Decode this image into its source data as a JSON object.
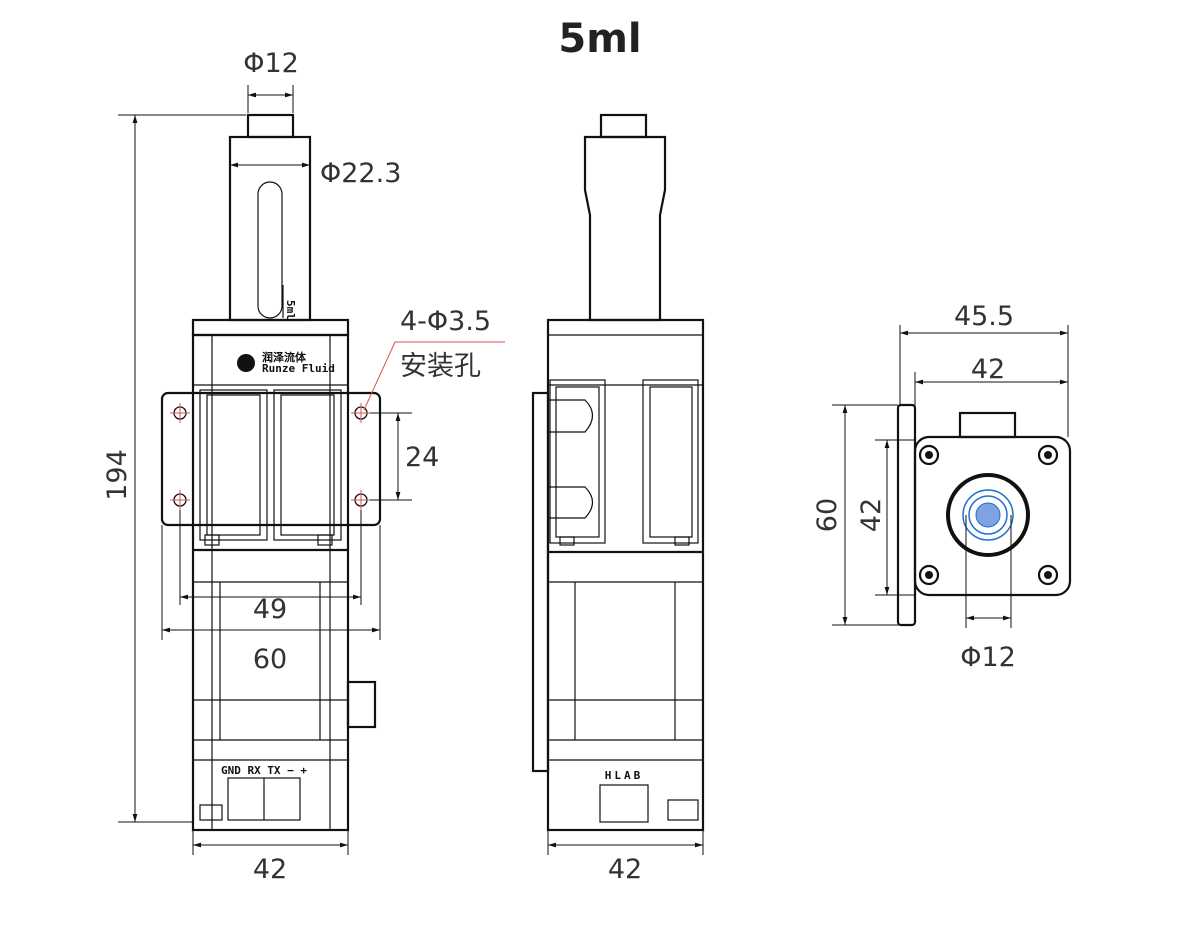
{
  "title": "5ml",
  "front_view": {
    "dims": {
      "outlet_dia": "Φ12",
      "barrel_dia": "Φ22.3",
      "height": "194",
      "hole_spacing_v": "24",
      "hole_spacing_h": "49",
      "bracket_width": "60",
      "body_width": "42"
    },
    "holes_note": {
      "spec": "4-Φ3.5",
      "label": "安装孔"
    },
    "scale_label": "5ml",
    "logo": {
      "cn": "润泽流体",
      "en": "Runze Fluid"
    },
    "connector_labels": "GND RX TX − +"
  },
  "side_view": {
    "dims": {
      "body_width": "42"
    },
    "connector_labels": "HLAB"
  },
  "end_view": {
    "dims": {
      "plate_width": "45.5",
      "square_width": "42",
      "plate_height": "60",
      "square_height": "42",
      "outlet_dia": "Φ12"
    },
    "colors": {
      "outlet": "#1f6fd1",
      "outlet_fill": "#7fa3e0"
    }
  },
  "colors": {
    "leader": "#d9534f"
  }
}
